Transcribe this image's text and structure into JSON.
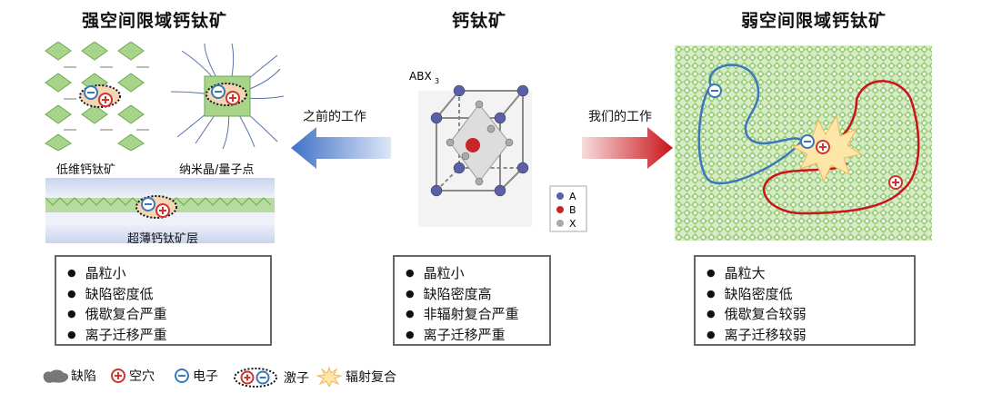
{
  "left": {
    "title": "强空间限域钙钛矿",
    "low_dim_label": "低维钙钛矿",
    "nano_label": "纳米晶/量子点",
    "ultrathin_label": "超薄钙钛矿层",
    "points": [
      "晶粒小",
      "缺陷密度低",
      "俄歇复合严重",
      "离子迁移严重"
    ]
  },
  "center": {
    "title": "钙钛矿",
    "formula": "ABX",
    "formula_sub": "3",
    "atom_legend": [
      "A",
      "B",
      "X"
    ],
    "points": [
      "晶粒小",
      "缺陷密度高",
      "非辐射复合严重",
      "离子迁移严重"
    ]
  },
  "right": {
    "title": "弱空间限域钙钛矿",
    "points": [
      "晶粒大",
      "缺陷密度低",
      "俄歇复合较弱",
      "离子迁移较弱"
    ]
  },
  "arrows": {
    "left_label": "之前的工作",
    "right_label": "我们的工作"
  },
  "legend": {
    "defect": "缺陷",
    "hole": "空穴",
    "electron": "电子",
    "exciton": "激子",
    "radiative": "辐射复合"
  },
  "colors": {
    "hole": "#d0342c",
    "electron": "#3a78b8",
    "left_arrow": "#3f72c8",
    "right_arrow": "#c8141a",
    "lattice": "#9ccf7a",
    "atom_A": "#5a5fa8",
    "atom_B": "#c8252a",
    "atom_X": "#8a8a8a"
  }
}
